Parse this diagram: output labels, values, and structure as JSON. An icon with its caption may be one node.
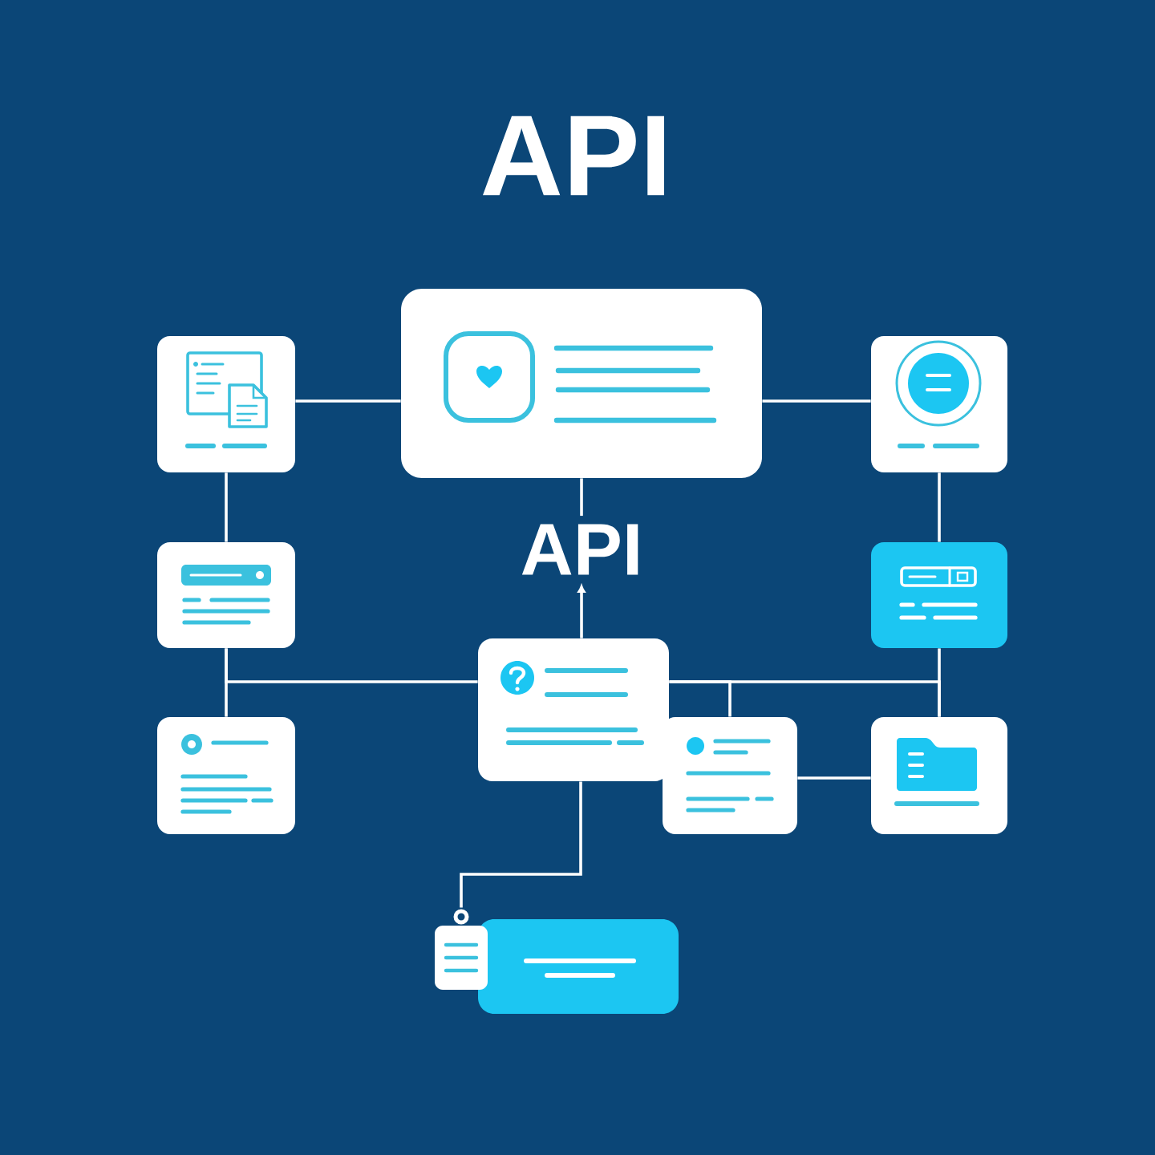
{
  "diagram": {
    "title": "API",
    "nodes": [
      {
        "text": [],
        "shape": "box"
      },
      {
        "text": [],
        "shape": "box"
      },
      {
        "text": [],
        "shape": "box"
      },
      {
        "text": [
          "API"
        ]
      },
      {
        "text": [],
        "shape": "box"
      },
      {
        "text": [],
        "shape": "box"
      },
      {
        "text": [],
        "shape": "box"
      },
      {
        "text": [],
        "shape": "box"
      },
      {
        "text": [],
        "shape": "box"
      },
      {
        "text": [],
        "shape": "box"
      },
      {
        "text": [],
        "shape": "picture"
      },
      {
        "text": [],
        "shape": "box"
      }
    ],
    "edges": [
      {
        "from": 0,
        "to": 1,
        "arrow": "none"
      },
      {
        "from": 1,
        "to": 2,
        "arrow": "none"
      },
      {
        "from": 1,
        "to": 3,
        "arrow": "none"
      },
      {
        "from": 0,
        "to": 4,
        "arrow": "none"
      },
      {
        "from": 2,
        "to": 5,
        "arrow": "none"
      },
      {
        "from": 6,
        "to": 3,
        "arrow": "to"
      },
      {
        "from": 4,
        "to": 7,
        "arrow": "none"
      },
      {
        "from": 4,
        "to": 6,
        "arrow": "none"
      },
      {
        "from": 6,
        "to": 8,
        "arrow": "none"
      },
      {
        "from": 6,
        "to": 9,
        "arrow": "none"
      },
      {
        "from": 5,
        "to": 9,
        "arrow": "none"
      },
      {
        "from": 8,
        "to": 9,
        "arrow": "none"
      },
      {
        "from": 6,
        "to": 10,
        "arrow": "none"
      }
    ]
  }
}
